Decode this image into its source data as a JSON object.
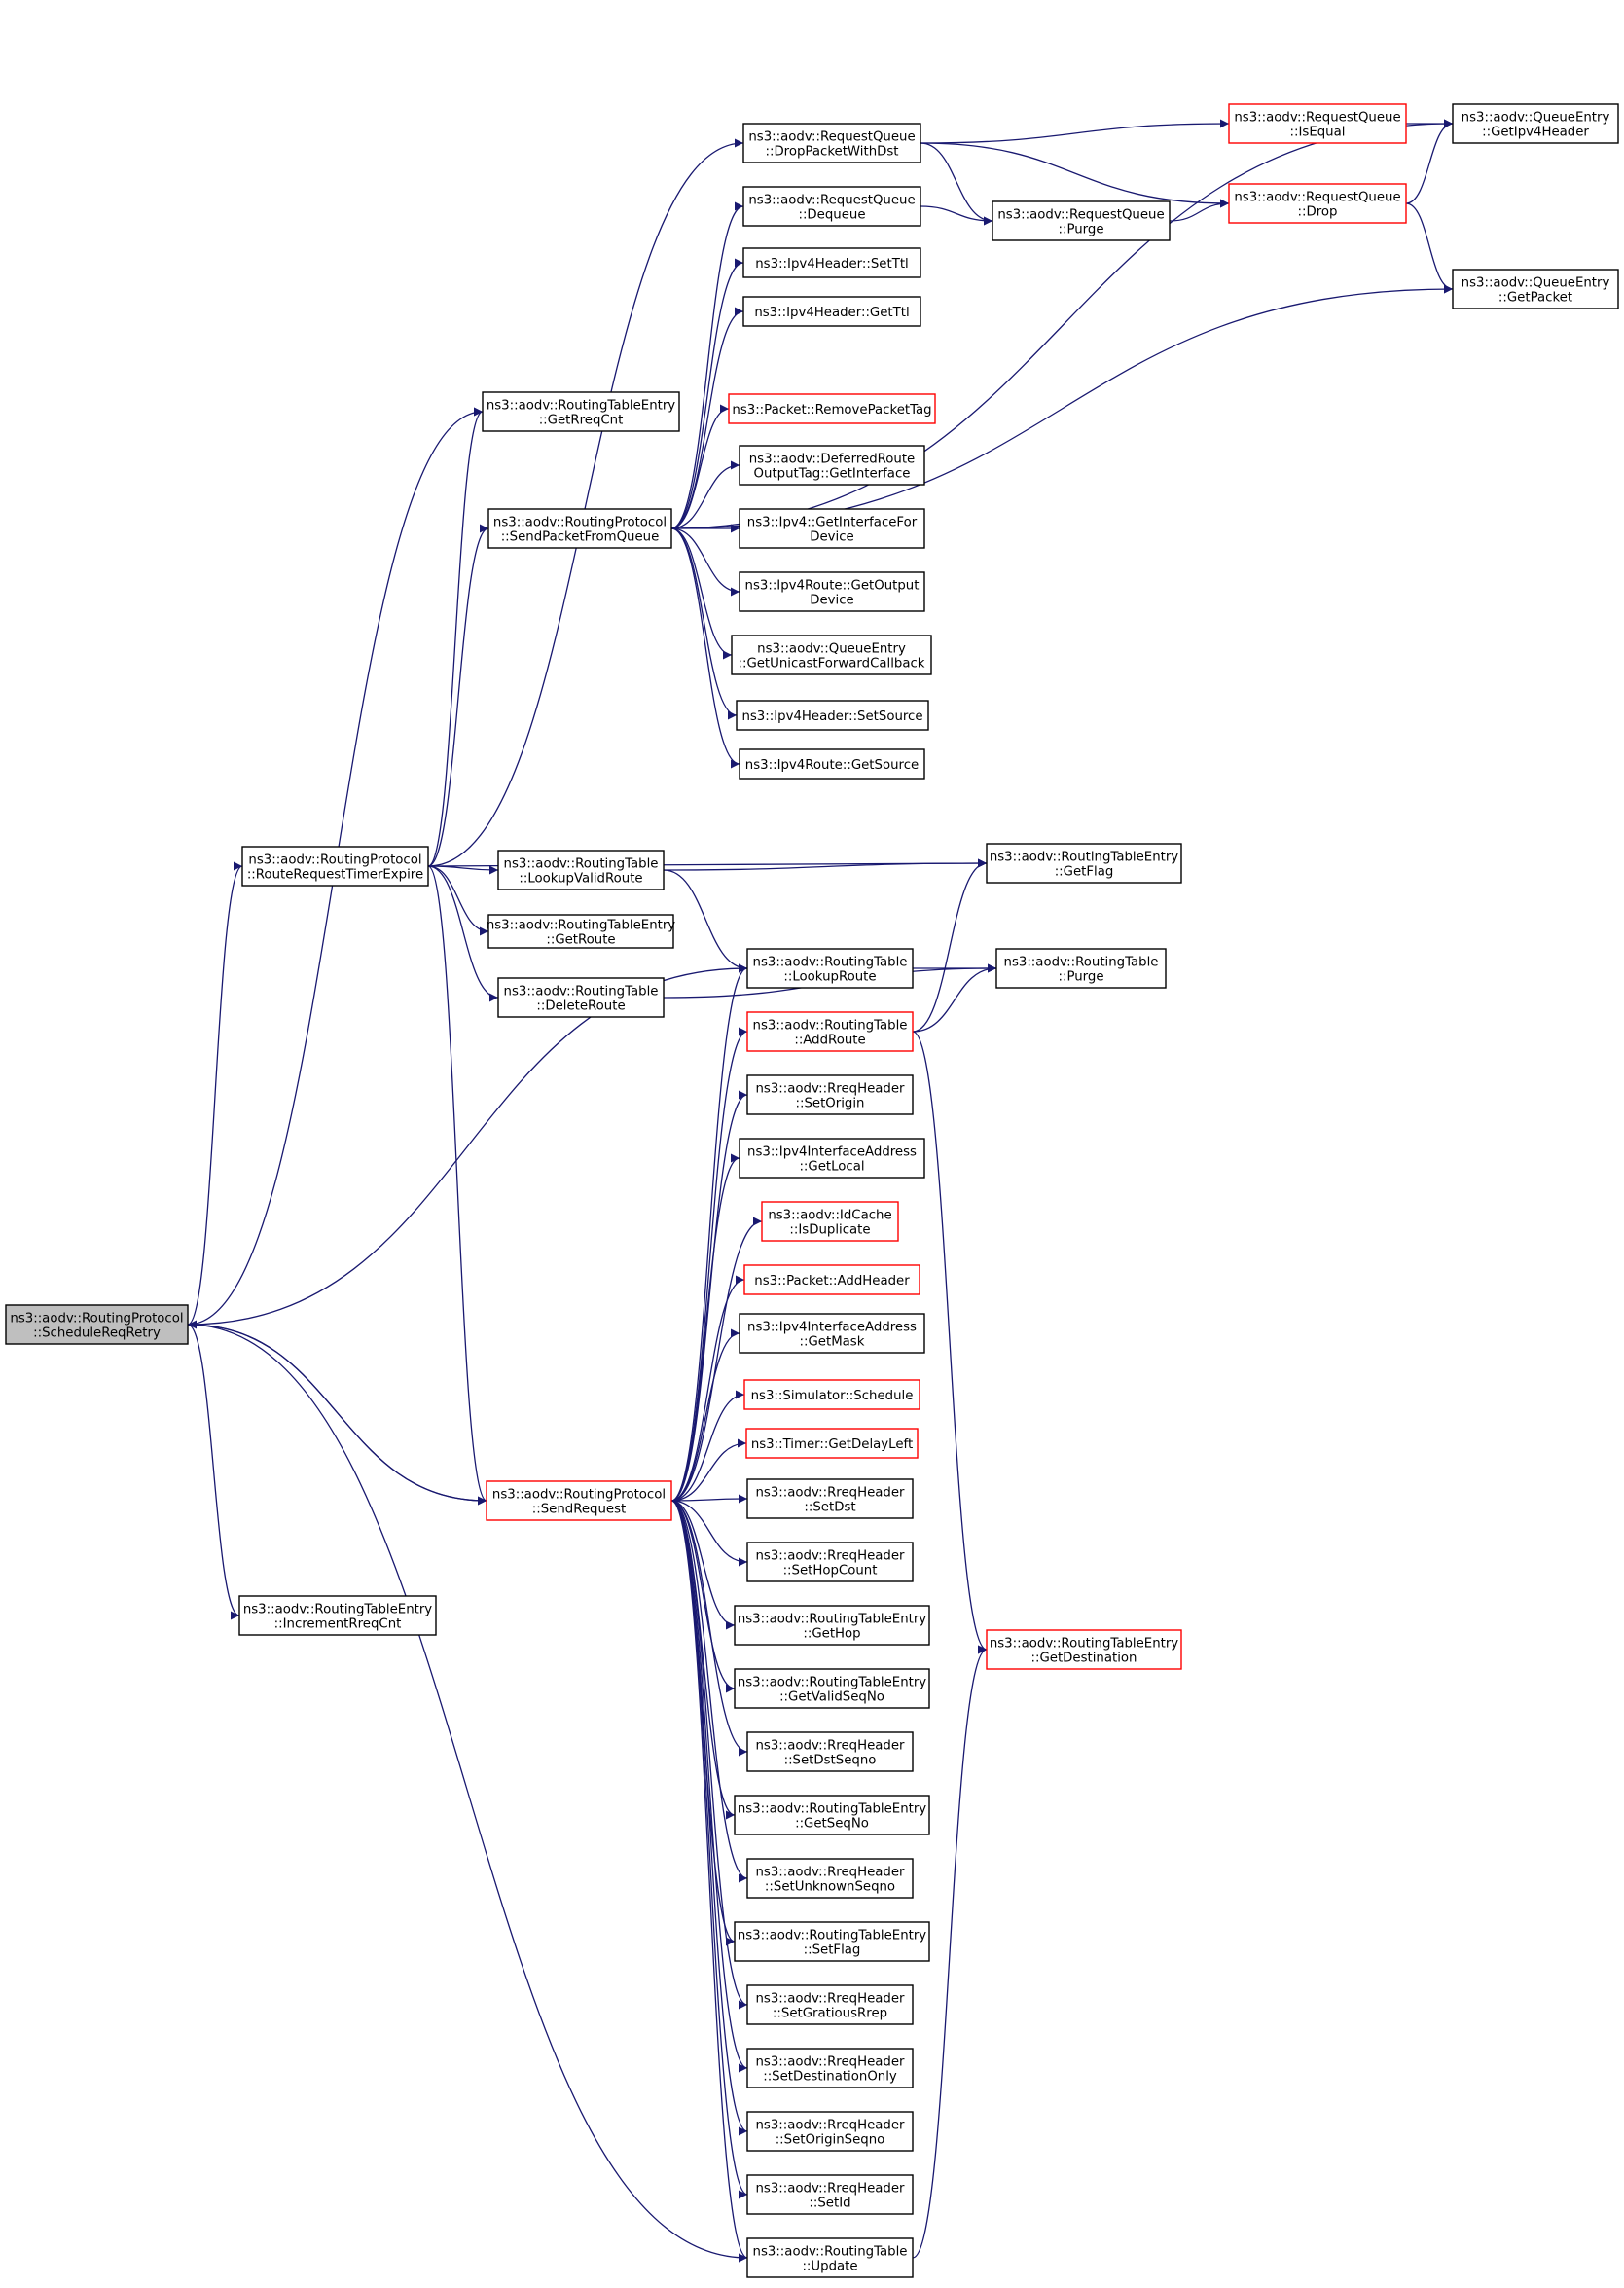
{
  "nodes": [
    {
      "id": "root",
      "lines": [
        "ns3::aodv::RoutingProtocol",
        "::ScheduleReqRetry"
      ],
      "style": "root"
    },
    {
      "id": "getRreqCnt",
      "lines": [
        "ns3::aodv::RoutingTableEntry",
        "::GetRreqCnt"
      ],
      "style": "normal"
    },
    {
      "id": "routeRequestTimerExpire",
      "lines": [
        "ns3::aodv::RoutingProtocol",
        "::RouteRequestTimerExpire"
      ],
      "style": "normal"
    },
    {
      "id": "sendRequest",
      "lines": [
        "ns3::aodv::RoutingProtocol",
        "::SendRequest"
      ],
      "style": "red"
    },
    {
      "id": "incrementRreqCnt",
      "lines": [
        "ns3::aodv::RoutingTableEntry",
        "::IncrementRreqCnt"
      ],
      "style": "normal"
    },
    {
      "id": "lookupRoute",
      "lines": [
        "ns3::aodv::RoutingTable",
        "::LookupRoute"
      ],
      "style": "normal"
    },
    {
      "id": "update",
      "lines": [
        "ns3::aodv::RoutingTable",
        "::Update"
      ],
      "style": "normal"
    },
    {
      "id": "sendPacketFromQueue",
      "lines": [
        "ns3::aodv::RoutingProtocol",
        "::SendPacketFromQueue"
      ],
      "style": "normal"
    },
    {
      "id": "lookupValidRoute",
      "lines": [
        "ns3::aodv::RoutingTable",
        "::LookupValidRoute"
      ],
      "style": "normal"
    },
    {
      "id": "getRoute",
      "lines": [
        "ns3::aodv::RoutingTableEntry",
        "::GetRoute"
      ],
      "style": "normal"
    },
    {
      "id": "deleteRoute",
      "lines": [
        "ns3::aodv::RoutingTable",
        "::DeleteRoute"
      ],
      "style": "normal"
    },
    {
      "id": "getFlag",
      "lines": [
        "ns3::aodv::RoutingTableEntry",
        "::GetFlag"
      ],
      "style": "normal"
    },
    {
      "id": "purgeRT",
      "lines": [
        "ns3::aodv::RoutingTable",
        "::Purge"
      ],
      "style": "normal"
    },
    {
      "id": "dropPacketWithDst",
      "lines": [
        "ns3::aodv::RequestQueue",
        "::DropPacketWithDst"
      ],
      "style": "normal"
    },
    {
      "id": "dequeue",
      "lines": [
        "ns3::aodv::RequestQueue",
        "::Dequeue"
      ],
      "style": "normal"
    },
    {
      "id": "setTtl",
      "lines": [
        "ns3::Ipv4Header::SetTtl"
      ],
      "style": "normal"
    },
    {
      "id": "getTtl",
      "lines": [
        "ns3::Ipv4Header::GetTtl"
      ],
      "style": "normal"
    },
    {
      "id": "removePacketTag",
      "lines": [
        "ns3::Packet::RemovePacketTag"
      ],
      "style": "red"
    },
    {
      "id": "deferredGetInterface",
      "lines": [
        "ns3::aodv::DeferredRoute",
        "OutputTag::GetInterface"
      ],
      "style": "normal"
    },
    {
      "id": "ipv4GetInterfaceForDevice",
      "lines": [
        "ns3::Ipv4::GetInterfaceFor",
        "Device"
      ],
      "style": "normal"
    },
    {
      "id": "getOutputDevice",
      "lines": [
        "ns3::Ipv4Route::GetOutput",
        "Device"
      ],
      "style": "normal"
    },
    {
      "id": "getUnicastForwardCallback",
      "lines": [
        "ns3::aodv::QueueEntry",
        "::GetUnicastForwardCallback"
      ],
      "style": "normal"
    },
    {
      "id": "setSource",
      "lines": [
        "ns3::Ipv4Header::SetSource"
      ],
      "style": "normal"
    },
    {
      "id": "getSource",
      "lines": [
        "ns3::Ipv4Route::GetSource"
      ],
      "style": "normal"
    },
    {
      "id": "isEqual",
      "lines": [
        "ns3::aodv::RequestQueue",
        "::IsEqual"
      ],
      "style": "red"
    },
    {
      "id": "purgeRQ",
      "lines": [
        "ns3::aodv::RequestQueue",
        "::Purge"
      ],
      "style": "normal"
    },
    {
      "id": "drop",
      "lines": [
        "ns3::aodv::RequestQueue",
        "::Drop"
      ],
      "style": "red"
    },
    {
      "id": "getIpv4Header",
      "lines": [
        "ns3::aodv::QueueEntry",
        "::GetIpv4Header"
      ],
      "style": "normal"
    },
    {
      "id": "getPacket",
      "lines": [
        "ns3::aodv::QueueEntry",
        "::GetPacket"
      ],
      "style": "normal"
    },
    {
      "id": "addRoute",
      "lines": [
        "ns3::aodv::RoutingTable",
        "::AddRoute"
      ],
      "style": "red"
    },
    {
      "id": "setOrigin",
      "lines": [
        "ns3::aodv::RreqHeader",
        "::SetOrigin"
      ],
      "style": "normal"
    },
    {
      "id": "getLocal",
      "lines": [
        "ns3::Ipv4InterfaceAddress",
        "::GetLocal"
      ],
      "style": "normal"
    },
    {
      "id": "isDuplicate",
      "lines": [
        "ns3::aodv::IdCache",
        "::IsDuplicate"
      ],
      "style": "red"
    },
    {
      "id": "addHeader",
      "lines": [
        "ns3::Packet::AddHeader"
      ],
      "style": "red"
    },
    {
      "id": "getMask",
      "lines": [
        "ns3::Ipv4InterfaceAddress",
        "::GetMask"
      ],
      "style": "normal"
    },
    {
      "id": "schedule",
      "lines": [
        "ns3::Simulator::Schedule"
      ],
      "style": "red"
    },
    {
      "id": "getDelayLeft",
      "lines": [
        "ns3::Timer::GetDelayLeft"
      ],
      "style": "red"
    },
    {
      "id": "setDst",
      "lines": [
        "ns3::aodv::RreqHeader",
        "::SetDst"
      ],
      "style": "normal"
    },
    {
      "id": "setHopCount",
      "lines": [
        "ns3::aodv::RreqHeader",
        "::SetHopCount"
      ],
      "style": "normal"
    },
    {
      "id": "getHop",
      "lines": [
        "ns3::aodv::RoutingTableEntry",
        "::GetHop"
      ],
      "style": "normal"
    },
    {
      "id": "getValidSeqNo",
      "lines": [
        "ns3::aodv::RoutingTableEntry",
        "::GetValidSeqNo"
      ],
      "style": "normal"
    },
    {
      "id": "setDstSeqno",
      "lines": [
        "ns3::aodv::RreqHeader",
        "::SetDstSeqno"
      ],
      "style": "normal"
    },
    {
      "id": "getSeqNo",
      "lines": [
        "ns3::aodv::RoutingTableEntry",
        "::GetSeqNo"
      ],
      "style": "normal"
    },
    {
      "id": "setUnknownSeqno",
      "lines": [
        "ns3::aodv::RreqHeader",
        "::SetUnknownSeqno"
      ],
      "style": "normal"
    },
    {
      "id": "setFlag",
      "lines": [
        "ns3::aodv::RoutingTableEntry",
        "::SetFlag"
      ],
      "style": "normal"
    },
    {
      "id": "setGratiousRrep",
      "lines": [
        "ns3::aodv::RreqHeader",
        "::SetGratiousRrep"
      ],
      "style": "normal"
    },
    {
      "id": "setDestinationOnly",
      "lines": [
        "ns3::aodv::RreqHeader",
        "::SetDestinationOnly"
      ],
      "style": "normal"
    },
    {
      "id": "setOriginSeqno",
      "lines": [
        "ns3::aodv::RreqHeader",
        "::SetOriginSeqno"
      ],
      "style": "normal"
    },
    {
      "id": "setId",
      "lines": [
        "ns3::aodv::RreqHeader",
        "::SetId"
      ],
      "style": "normal"
    },
    {
      "id": "getDestination",
      "lines": [
        "ns3::aodv::RoutingTableEntry",
        "::GetDestination"
      ],
      "style": "red"
    }
  ],
  "edges": [
    [
      "root",
      "getRreqCnt"
    ],
    [
      "root",
      "routeRequestTimerExpire"
    ],
    [
      "root",
      "sendRequest"
    ],
    [
      "root",
      "incrementRreqCnt"
    ],
    [
      "root",
      "lookupRoute"
    ],
    [
      "root",
      "update"
    ],
    [
      "routeRequestTimerExpire",
      "getRreqCnt"
    ],
    [
      "routeRequestTimerExpire",
      "sendPacketFromQueue"
    ],
    [
      "routeRequestTimerExpire",
      "lookupValidRoute"
    ],
    [
      "routeRequestTimerExpire",
      "getRoute"
    ],
    [
      "routeRequestTimerExpire",
      "deleteRoute"
    ],
    [
      "routeRequestTimerExpire",
      "getFlag"
    ],
    [
      "routeRequestTimerExpire",
      "sendRequest"
    ],
    [
      "routeRequestTimerExpire",
      "dropPacketWithDst"
    ],
    [
      "sendPacketFromQueue",
      "dequeue"
    ],
    [
      "sendPacketFromQueue",
      "setTtl"
    ],
    [
      "sendPacketFromQueue",
      "getTtl"
    ],
    [
      "sendPacketFromQueue",
      "getPacket"
    ],
    [
      "sendPacketFromQueue",
      "getIpv4Header"
    ],
    [
      "sendPacketFromQueue",
      "removePacketTag"
    ],
    [
      "sendPacketFromQueue",
      "deferredGetInterface"
    ],
    [
      "sendPacketFromQueue",
      "ipv4GetInterfaceForDevice"
    ],
    [
      "sendPacketFromQueue",
      "getOutputDevice"
    ],
    [
      "sendPacketFromQueue",
      "getUnicastForwardCallback"
    ],
    [
      "sendPacketFromQueue",
      "setSource"
    ],
    [
      "sendPacketFromQueue",
      "getSource"
    ],
    [
      "dropPacketWithDst",
      "isEqual"
    ],
    [
      "dropPacketWithDst",
      "purgeRQ"
    ],
    [
      "dropPacketWithDst",
      "drop"
    ],
    [
      "dequeue",
      "purgeRQ"
    ],
    [
      "purgeRQ",
      "drop"
    ],
    [
      "isEqual",
      "getIpv4Header"
    ],
    [
      "drop",
      "getIpv4Header"
    ],
    [
      "drop",
      "getPacket"
    ],
    [
      "lookupValidRoute",
      "getFlag"
    ],
    [
      "lookupValidRoute",
      "lookupRoute"
    ],
    [
      "deleteRoute",
      "purgeRT"
    ],
    [
      "lookupRoute",
      "purgeRT"
    ],
    [
      "addRoute",
      "purgeRT"
    ],
    [
      "addRoute",
      "getFlag"
    ],
    [
      "addRoute",
      "getDestination"
    ],
    [
      "update",
      "getDestination"
    ],
    [
      "sendRequest",
      "root"
    ],
    [
      "sendRequest",
      "lookupRoute"
    ],
    [
      "sendRequest",
      "addRoute"
    ],
    [
      "sendRequest",
      "setOrigin"
    ],
    [
      "sendRequest",
      "getLocal"
    ],
    [
      "sendRequest",
      "isDuplicate"
    ],
    [
      "sendRequest",
      "addHeader"
    ],
    [
      "sendRequest",
      "getMask"
    ],
    [
      "sendRequest",
      "schedule"
    ],
    [
      "sendRequest",
      "getDelayLeft"
    ],
    [
      "sendRequest",
      "setDst"
    ],
    [
      "sendRequest",
      "setHopCount"
    ],
    [
      "sendRequest",
      "getHop"
    ],
    [
      "sendRequest",
      "getValidSeqNo"
    ],
    [
      "sendRequest",
      "setDstSeqno"
    ],
    [
      "sendRequest",
      "getSeqNo"
    ],
    [
      "sendRequest",
      "setUnknownSeqno"
    ],
    [
      "sendRequest",
      "setFlag"
    ],
    [
      "sendRequest",
      "setGratiousRrep"
    ],
    [
      "sendRequest",
      "setDestinationOnly"
    ],
    [
      "sendRequest",
      "setOriginSeqno"
    ],
    [
      "sendRequest",
      "setId"
    ],
    [
      "sendRequest",
      "update"
    ]
  ]
}
